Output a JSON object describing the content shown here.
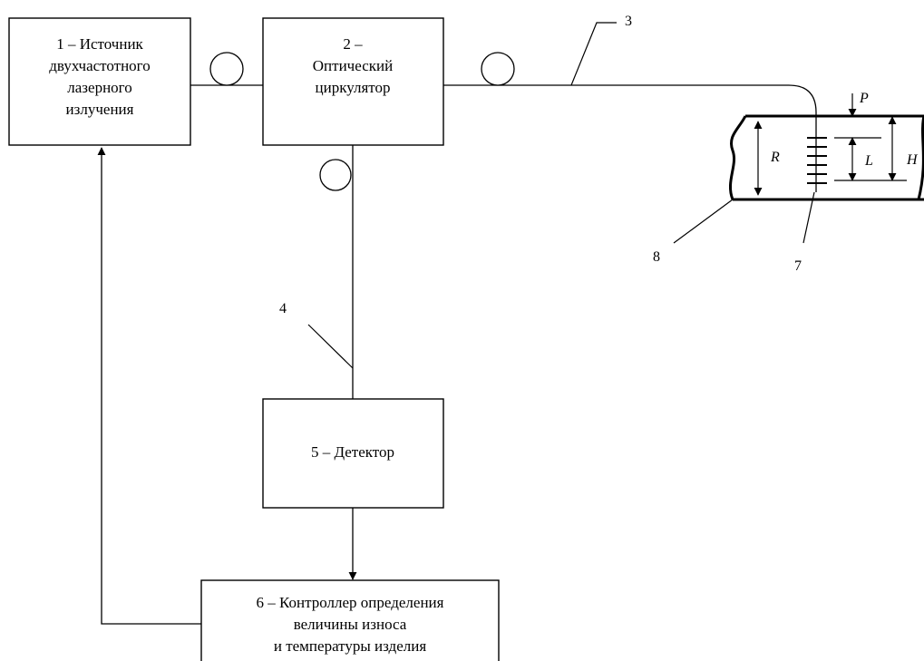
{
  "blocks": {
    "source": [
      "1 – Источник",
      "двухчастотного",
      "лазерного",
      "излучения"
    ],
    "circulator": [
      "2 –",
      "Оптический",
      "циркулятор"
    ],
    "detector": [
      "5 – Детектор"
    ],
    "controller": [
      "6 – Контроллер определения",
      "величины износа",
      "и температуры изделия"
    ]
  },
  "labels": {
    "fiber_out": "3",
    "fiber_down": "4",
    "grating": "7",
    "part": "8"
  },
  "dimensions": {
    "R": "R",
    "L": "L",
    "H": "H",
    "P": "P"
  }
}
